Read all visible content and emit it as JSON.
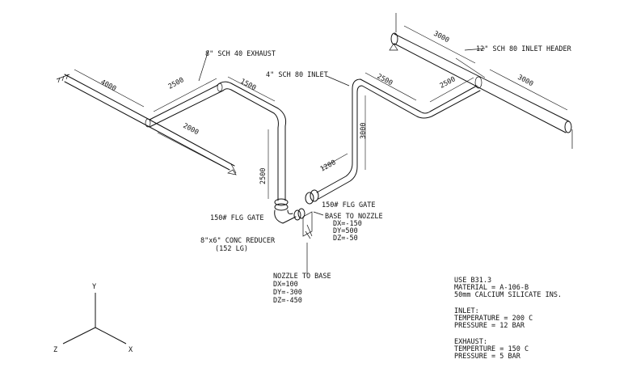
{
  "labels": {
    "exhaust_pipe": "8\" SCH 40 EXHAUST",
    "inlet_pipe": "4\" SCH 80 INLET",
    "inlet_header": "12\" SCH 80  INLET HEADER",
    "gate_left": "150# FLG GATE",
    "gate_right": "150# FLG GATE",
    "reducer": "8\"x6\" CONC REDUCER",
    "reducer_len": "(152 LG)"
  },
  "dimensions": {
    "d4000": "4000",
    "d2500_exh": "2500",
    "d1500": "1500",
    "d2000": "2000",
    "d2500_vert": "2500",
    "d3000_vert": "3000",
    "d1200": "1200",
    "d2500_in_a": "2500",
    "d2500_in_b": "2500",
    "d3000_hdr_a": "3000",
    "d3000_hdr_b": "3000"
  },
  "base_to_nozzle": {
    "title": "BASE TO NOZZLE",
    "dx": "DX=-150",
    "dy": "DY=500",
    "dz": "DZ=-50"
  },
  "nozzle_to_base": {
    "title": "NOZZLE TO BASE",
    "dx": "DX=100",
    "dy": "DY=-300",
    "dz": "DZ=-450"
  },
  "spec": {
    "code": "USE B31.3",
    "material": "MATERIAL = A-106-B",
    "insulation": "50mm CALCIUM SILICATE INS.",
    "inlet_title": "INLET:",
    "inlet_temp": "TEMPERATURE = 200 C",
    "inlet_pressure": "PRESSURE = 12 BAR",
    "exhaust_title": "EXHAUST:",
    "exhaust_temp": "TEMPERTURE = 150 C",
    "exhaust_pressure": "PRESSURE = 5 BAR"
  },
  "axes": {
    "y": "Y",
    "z": "Z",
    "x": "X"
  }
}
